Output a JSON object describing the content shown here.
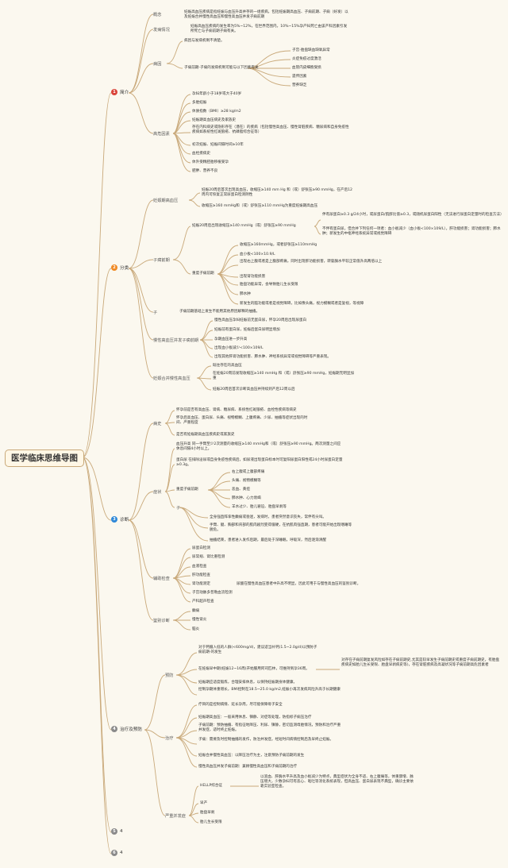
{
  "root": "医学临床思维导图",
  "colors": {
    "line": "#c9a97a",
    "sec1": "#d9443a",
    "sec2": "#f08a24",
    "sec3": "#2e88d8",
    "sec4": "#8a8a8a"
  },
  "sections": {
    "s1": {
      "num": "1",
      "label": "简介"
    },
    "s2": {
      "num": "2",
      "label": "分类"
    },
    "s3": {
      "num": "3",
      "label": "诊断"
    },
    "s4": {
      "num": "4",
      "label": "治疗及预防"
    },
    "s5": {
      "num": "5",
      "label": "4"
    },
    "s6": {
      "num": "6",
      "label": "4"
    }
  },
  "intro": {
    "gainian": "概念",
    "gainian_t": "妊娠高血压疾病是指妊娠与血压升高并存的一组疾病，包括妊娠期高血压、子痫前期、子痫（好发）以及妊娠合并慢性高血压和慢性高血压并发子痫前期",
    "fabing": "发病情况",
    "fabing_t": "妊娠高血压疾病的发生率为5%~12%，在世界范围内，10%~15%孕产妇死亡由该产科因素引发所死亡与子痫前期子痫有关。",
    "bingyin": "病因",
    "by1": "病因与发病机制不清楚。",
    "by2": "子痫前期-子痫的发病机制可能与以下因素有关",
    "by_items": [
      "子宫-胎盘缺血缺氧异常",
      "炎症免疫过度激活",
      "血管内皮细胞受损",
      "遗传因素",
      "营养缺乏"
    ],
    "gaowei": "高危因素",
    "gw_items": [
      "孕妇年龄小于18岁或大于40岁",
      "多胎妊娠",
      "体质指数（BMI）≥28 kg/m2",
      "妊娠期高血压病史及家族史",
      "存在内科病史或隐形存在（潜在）的疾病（包括慢性高血压、慢性肾脏疾病、糖尿病和自身免疫性疾病如系统性红斑狼疮、抗磷脂综合征等）",
      "初次妊娠、妊娠间隔时间≥10年",
      "血栓疾病史",
      "体外受精胚胎移植受孕",
      "肥胖、营养不良"
    ]
  },
  "classify": {
    "c1": "妊娠期高血压",
    "c1_items": [
      "妊娠20周后首次出现高血压，收缩压≥140 mm Hg 和（或）舒张压≥90 mmHg，在产后12周内可恢复正常尿蛋白检测阴性",
      "收缩压≥160 mmHg和（或）舒张压≥110 mmHg为重度妊娠期高血压"
    ],
    "c2": "子痫前期",
    "c2_a": "妊娠20周后出现收缩压≥140 mmHg（或）舒张压≥90 mmHg",
    "c2_a1": "伴有尿蛋白≥0.3 g/24小时，或尿蛋白/肌酐比值≥0.3，或随机尿蛋白阳性（无法进行尿蛋白定量时的检查方法）",
    "c2_a2": "不伴有蛋白尿，但合并下列任何一项者：血小板减少（血小板<100×109/L），肝功能损害；肾功能损害；肺水肿；新发生的中枢神经系统异常或视觉障碍",
    "c2_b": "重度子痫前期",
    "c2_b_items": [
      "收缩压≥160mmHg，或者舒张压≥110mmHg",
      "血小板<100×10.9/L",
      "出现右上腹或者是上腹部疼痛，同时出现肝功能损害，转氨酶水平较正常值升高两倍以上",
      "出现肾功能损害",
      "胎盘功能异常，会导致胎儿生长受限",
      "肺水肿",
      "新发生的脑功能或者是视觉障碍，比如像头痛，视力模糊或者是复视，等视障"
    ],
    "c3": "子",
    "c3_t": "子痫前期基础上发生不能用其他原因解释的抽搐。",
    "c4": "慢性高血压并发子痫前期",
    "c4_items": [
      "慢性高血压孕妇妊娠前无蛋白尿，怀孕20周后出现尿蛋白",
      "妊娠前有蛋白尿，妊娠后蛋白尿明显增加",
      "孕期血压进一步升高",
      "出现血小板减少<100×109/L",
      "出现其他肝肾功能损害、肺水肿、神经系统异常或视觉障碍等严重表现。"
    ],
    "c5": "妊娠合并慢性高血压",
    "c5_items": [
      "既往存在的高血压",
      "在妊娠20周前发现收缩压≥140 mmHg 和（或）舒张压≥90 mmHg，妊娠期无明显加重",
      "妊娠20周后首次诊断高血压并持续到产后12周以后"
    ]
  },
  "diag": {
    "bingshi": "病史",
    "bs_items": [
      "怀孕前是否有高血压、肾病、糖尿病、系统性红斑狼疮、血栓性疾病等病史",
      "怀孕后高血压、蛋白尿、头痛、视物模糊、上腹疼痛、少尿、抽搐等症状出现的时间、严重程度",
      "是否有妊娠期高血压疾病史或家族史"
    ],
    "zhengzhuang": "症状",
    "zz1": "血压升高 同一手臂至少2次测量的收缩压≥140 mmHg和（或）舒张压≥90 mmHg。两次测量之间应休息间隔4小时以上。",
    "zz2": "蛋白尿 在排除泌尿或自身免疫性疾病后，如尿液出现蛋白标本时可复阳尿蛋白阳性或24小时尿蛋白定量≥0.3g。",
    "zz3": "重度子痫前期",
    "zz3_items": [
      "右上腹或上腹部疼痛",
      "头痛、视物模糊等",
      "恶血、黄疸",
      "肺水肿、心力衰竭",
      "羊水过少、胎儿窘迫、胎盘早剥等"
    ],
    "zz4": "子",
    "zz4_items": [
      "全身强直阵挛性癫痫或昏迷，发病时，患者突然意识丧失，常伴有尖叫。",
      "手臂、腿、胸部和背部的肌肉剧烈变得僵硬，在抗肌肉强直期，患者可能开始出现嗜睡等脱危。",
      "抽搐结束，患者进入发作后期，最后处于深睡眠，呼吸深，然后逐渐清醒"
    ],
    "fuzhu": "辅助检查",
    "fz_items": [
      "尿蛋白检测",
      "尿常规、肾比重检测",
      "血液检查",
      "肝功能检查",
      "肾功能测定",
      "子宫动脉多普勒血流检测",
      "产科超声检查"
    ],
    "fz_note": "尿酸在慢性高血压患者中升高不明显，因此可用于与慢性高血压的鉴别诊断。",
    "jianbie": "鉴别诊断",
    "jb_items": [
      "癫痫",
      "慢性肾炎",
      "脑炎"
    ]
  },
  "treat": {
    "yufang": "预防",
    "yf_items": [
      "对于钙摄入低的人群(<600mg/d)，建议适当补钙(1.5~2.0g/d)以预防子痫前期-的发生",
      "在妊娠早中期(妊娠12~16周)开始服用阿司匹林，可维持到孕36周。",
      "妊娠期应适度锻炼，合理安排休息，以保持妊娠期身体健康。",
      "控制孕期体重增长，BMI控制在18.5~25.0 kg/m2,妊娠小再次发病风险升高于长期健康"
    ],
    "yf_note": "对存在子痫前期复发风险如存在子痫前期史,尤其是较早发生子痫前期史或重度子痫前期史，有胎盘疾病史如胎儿生长受限、胎盘早剥病史等)，存在肾脏疾病及高凝状况等子痫前期高危因素者",
    "zhiliao": "治疗",
    "zl_items": [
      "疗目的是控制病情、延长孕周，尽可能保障母子安全",
      "妊娠期高血压：一般采用休息、镇静、对症等处理，防指标子痫压治疗",
      "子痫前期：预防抽搐、有指征地降压、利尿、镇静，密切监测母胎情况，预防和治疗严重并发症，适时终止妊娠。",
      "子痫：需要及时控制抽搐的发作，防治并发症。经短时间病情控制后及早终止妊娠。",
      "妊娠合并慢性高血压：以降压治疗为主，注意预防子痫前期的发生",
      "慢性高血压并发子痫前期：兼顾慢性高血压和子痫前期的治疗"
    ],
    "bingfa": "严重并发症",
    "bf_hellp": "HELLP综合征",
    "bf_hellp_t": "以溶血、肝酶水平升高及血小板减少为特点，典型症状为全身不适、右上腹痛等，体重骤增、脉压增大，少数孕妇可有恶心、呕吐等消化系统表现，但高血压、蛋白尿表现不典型，确诊主要依靠实验室检查。",
    "bf_items": [
      "早产",
      "胎盘早剥",
      "胎儿生长受限"
    ]
  }
}
